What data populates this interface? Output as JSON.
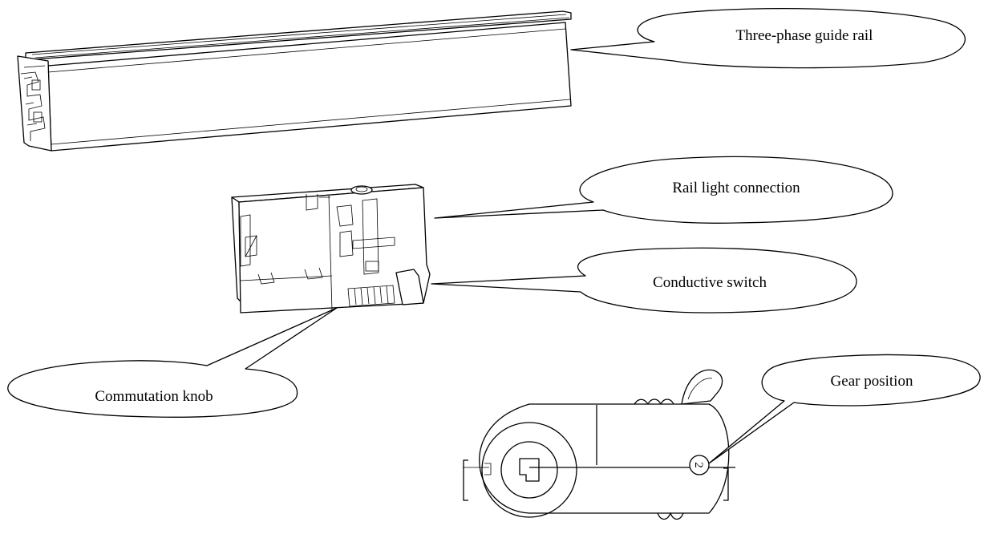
{
  "callouts": [
    {
      "id": "three-phase-guide-rail",
      "label": "Three-phase guide rail"
    },
    {
      "id": "rail-light-connection",
      "label": "Rail light connection"
    },
    {
      "id": "conductive-switch",
      "label": "Conductive switch"
    },
    {
      "id": "commutation-knob",
      "label": "Commutation knob"
    },
    {
      "id": "gear-position",
      "label": "Gear position"
    }
  ],
  "gear_marker": "2",
  "colors": {
    "line": "#000000",
    "background": "#ffffff"
  }
}
